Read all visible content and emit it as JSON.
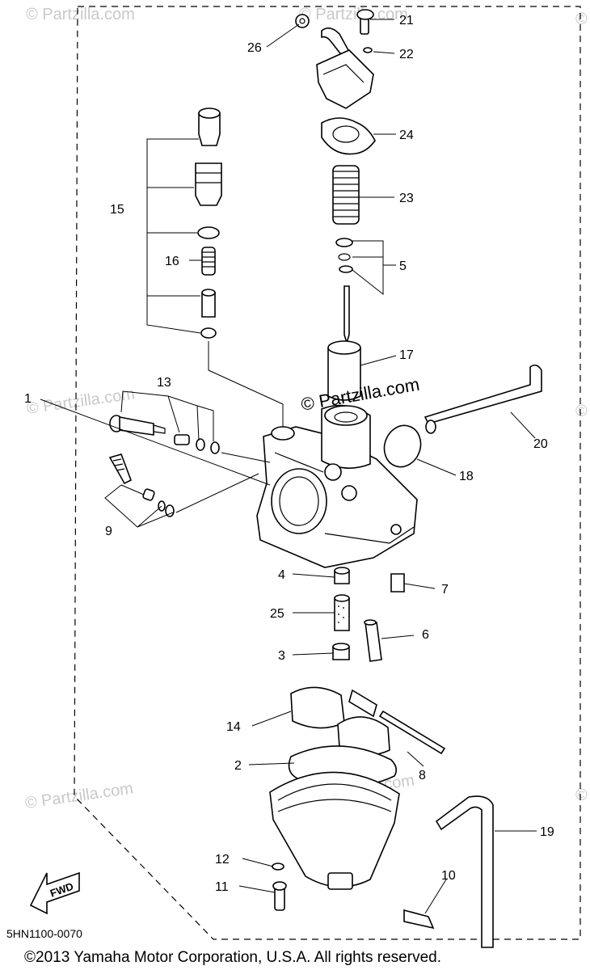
{
  "diagram_code": "5HN1100-0070",
  "copyright": "©2013  Yamaha Motor Corporation, U.S.A. All rights reserved.",
  "watermark_main": "© Partzilla.com",
  "watermark_faint": "© Partzilla.com",
  "fwd_label": "FWD",
  "callouts": {
    "c1": "1",
    "c2": "2",
    "c3": "3",
    "c4": "4",
    "c5": "5",
    "c6": "6",
    "c7": "7",
    "c8": "8",
    "c9": "9",
    "c10": "10",
    "c11": "11",
    "c12": "12",
    "c13": "13",
    "c14": "14",
    "c15": "15",
    "c16": "16",
    "c17": "17",
    "c18": "18",
    "c19": "19",
    "c20": "20",
    "c21": "21",
    "c22": "22",
    "c23": "23",
    "c24": "24",
    "c25": "25",
    "c26": "26"
  },
  "colors": {
    "line": "#000000",
    "watermark": "#c9c9c9",
    "background": "#ffffff"
  }
}
